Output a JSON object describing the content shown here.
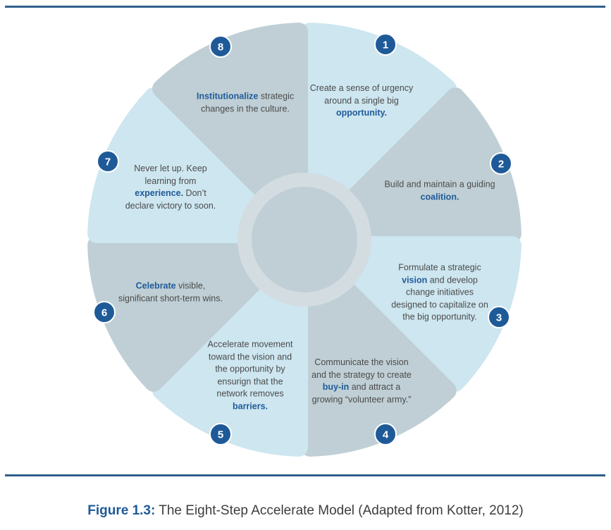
{
  "segments": [
    {
      "number": "1",
      "pre": "Create a sense of urgency around a single big",
      "key": "opportunity.",
      "post": "",
      "color": "#cde6f0"
    },
    {
      "number": "2",
      "pre": "Build and maintain a guiding",
      "key": "coalition.",
      "post": "",
      "color": "#bfcfd5"
    },
    {
      "number": "3",
      "pre": "Formulate a strategic",
      "key": "vision",
      "post": "and develop change initiatives designed to capitalize on the big opportunity.",
      "color": "#cde6f0"
    },
    {
      "number": "4",
      "pre": "Communicate the vision and the strategy to create",
      "key": "buy-in",
      "post": "and attract a growing “volunteer army.”",
      "color": "#bfcfd5"
    },
    {
      "number": "5",
      "pre": "Accelerate movement toward the vision and the opportunity by ensurign that the network removes",
      "key": "barriers.",
      "post": "",
      "color": "#cde6f0"
    },
    {
      "number": "6",
      "pre": "",
      "key": "Celebrate",
      "post": "visible, significant short-term wins.",
      "color": "#bfcfd5"
    },
    {
      "number": "7",
      "pre": "Never let up. Keep learning from",
      "key": "experience.",
      "post": "Don’t declare victory to soon.",
      "color": "#cde6f0"
    },
    {
      "number": "8",
      "pre": "",
      "key": "Institutionalize",
      "post": "strategic changes in the culture.",
      "color": "#bfcfd5"
    }
  ],
  "colors": {
    "badge": "#1f5a98",
    "hub_ring": "#d3dde1",
    "hub_center": "#bfcfd5",
    "accent": "#1f5a98",
    "rule": "#2e5f8c"
  },
  "caption": {
    "label": "Figure 1.3:",
    "text": "The Eight-Step Accelerate Model (Adapted from Kotter, 2012)"
  }
}
